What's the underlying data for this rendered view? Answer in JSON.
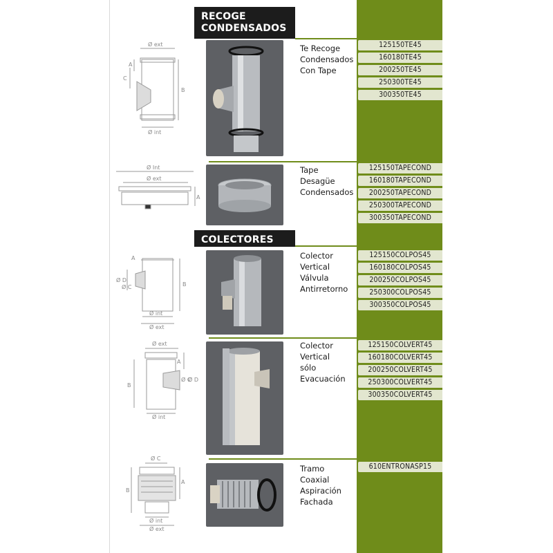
{
  "sections": [
    {
      "title_line1": "RECOGE",
      "title_line2": "CONDENSADOS"
    },
    {
      "title_line1": "COLECTORES"
    }
  ],
  "products": [
    {
      "name": [
        "Te Recoge",
        "Condensados",
        "Con Tape"
      ],
      "codes": [
        "125150TE45",
        "160180TE45",
        "200250TE45",
        "250300TE45",
        "300350TE45"
      ],
      "drawing_labels": {
        "top": "Ø ext",
        "bottom": "Ø int",
        "left": "C",
        "left2": "A",
        "right": "B"
      }
    },
    {
      "name": [
        "Tape",
        "Desagüe",
        "Condensados"
      ],
      "codes": [
        "125150TAPECOND",
        "160180TAPECOND",
        "200250TAPECOND",
        "250300TAPECOND",
        "300350TAPECOND"
      ],
      "drawing_labels": {
        "top": "Ø Int",
        "mid": "Ø ext",
        "right": "A"
      }
    },
    {
      "name": [
        "Colector",
        "Vertical",
        "Válvula",
        "Antirretorno"
      ],
      "codes": [
        "125150COLPOS45",
        "160180COLPOS45",
        "200250COLPOS45",
        "250300COLPOS45",
        "300350COLPOS45"
      ],
      "drawing_labels": {
        "top": "A",
        "left1": "Ø D",
        "left2": "Ø C",
        "right": "B",
        "bottom1": "Ø int",
        "bottom2": "Ø ext"
      }
    },
    {
      "name": [
        "Colector",
        "Vertical",
        "sólo",
        "Evacuación"
      ],
      "codes": [
        "125150COLVERT45",
        "160180COLVERT45",
        "200250COLVERT45",
        "250300COLVERT45",
        "300350COLVERT45"
      ],
      "drawing_labels": {
        "top": "Ø ext",
        "right": "A",
        "left": "B",
        "right2": "Ø C",
        "right3": "Ø D",
        "bottom": "Ø int"
      }
    },
    {
      "name": [
        "Tramo",
        "Coaxial",
        "Aspiración",
        "Fachada"
      ],
      "codes": [
        "610ENTRONASP15"
      ],
      "drawing_labels": {
        "top": "Ø C",
        "left": "B",
        "right": "A",
        "bottom1": "Ø int",
        "bottom2": "Ø ext"
      }
    }
  ],
  "colors": {
    "accent_green": "#6f8c1a",
    "code_pill": "#e2e6cf",
    "header_bg": "#1c1c1c",
    "photo_bg": "#5e6064"
  }
}
